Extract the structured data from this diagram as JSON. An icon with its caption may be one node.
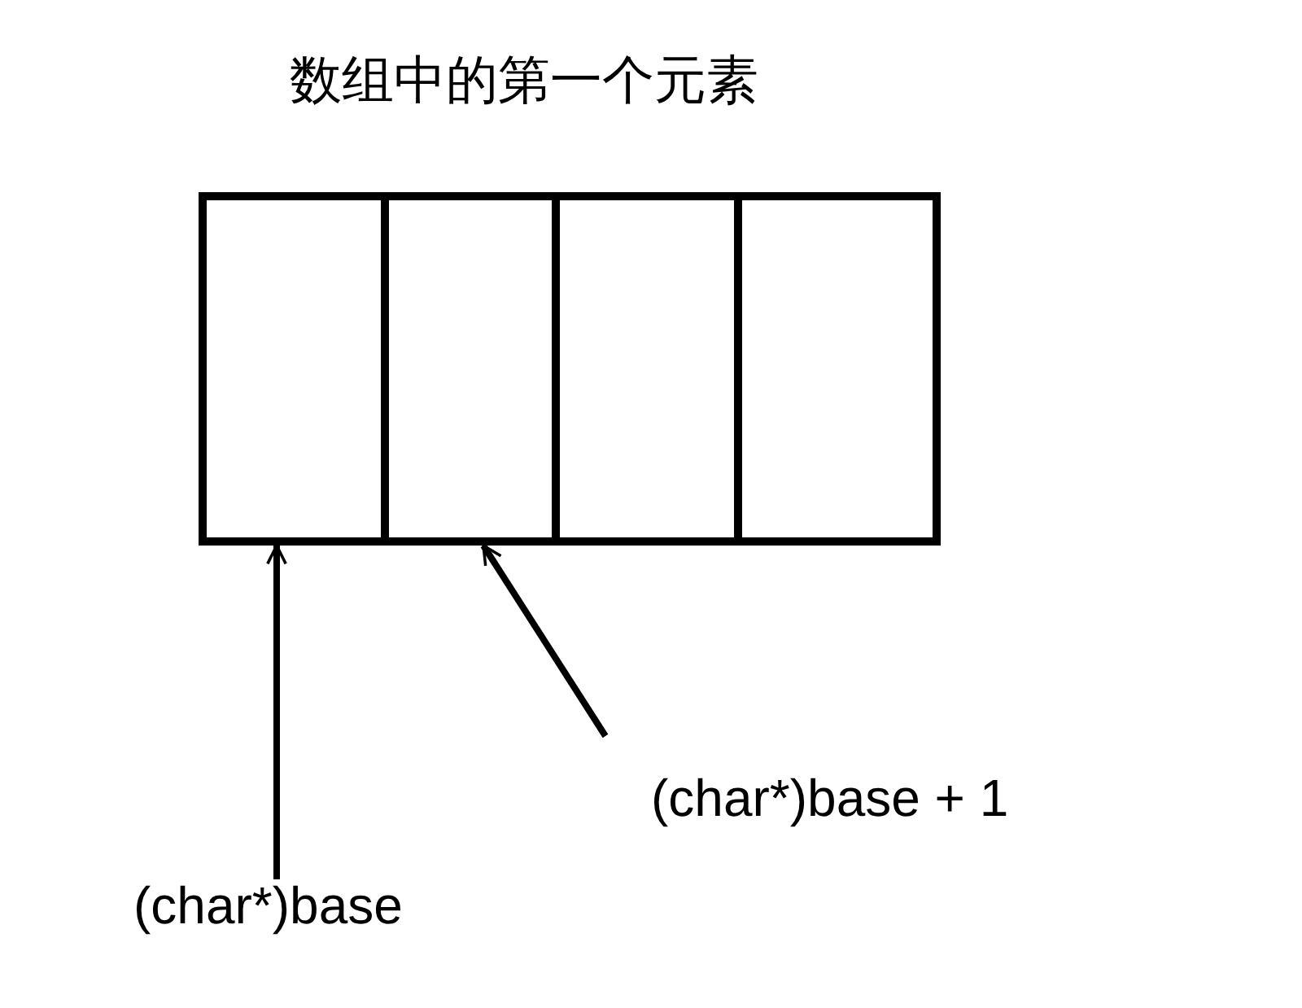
{
  "diagram": {
    "title": "数组中的第一个元素",
    "nodes": [
      {
        "text": [],
        "shape": "box"
      },
      {
        "text": [],
        "shape": "box"
      },
      {
        "text": [],
        "shape": "box"
      },
      {
        "text": [],
        "shape": "box"
      },
      {
        "text": [
          "(char*)base"
        ]
      },
      {
        "text": [
          "(char*)base + 1"
        ]
      }
    ],
    "edges": [
      {
        "from": 4,
        "to": 0,
        "arrow": "to"
      },
      {
        "from": 5,
        "to": 1,
        "arrow": "to"
      }
    ]
  }
}
